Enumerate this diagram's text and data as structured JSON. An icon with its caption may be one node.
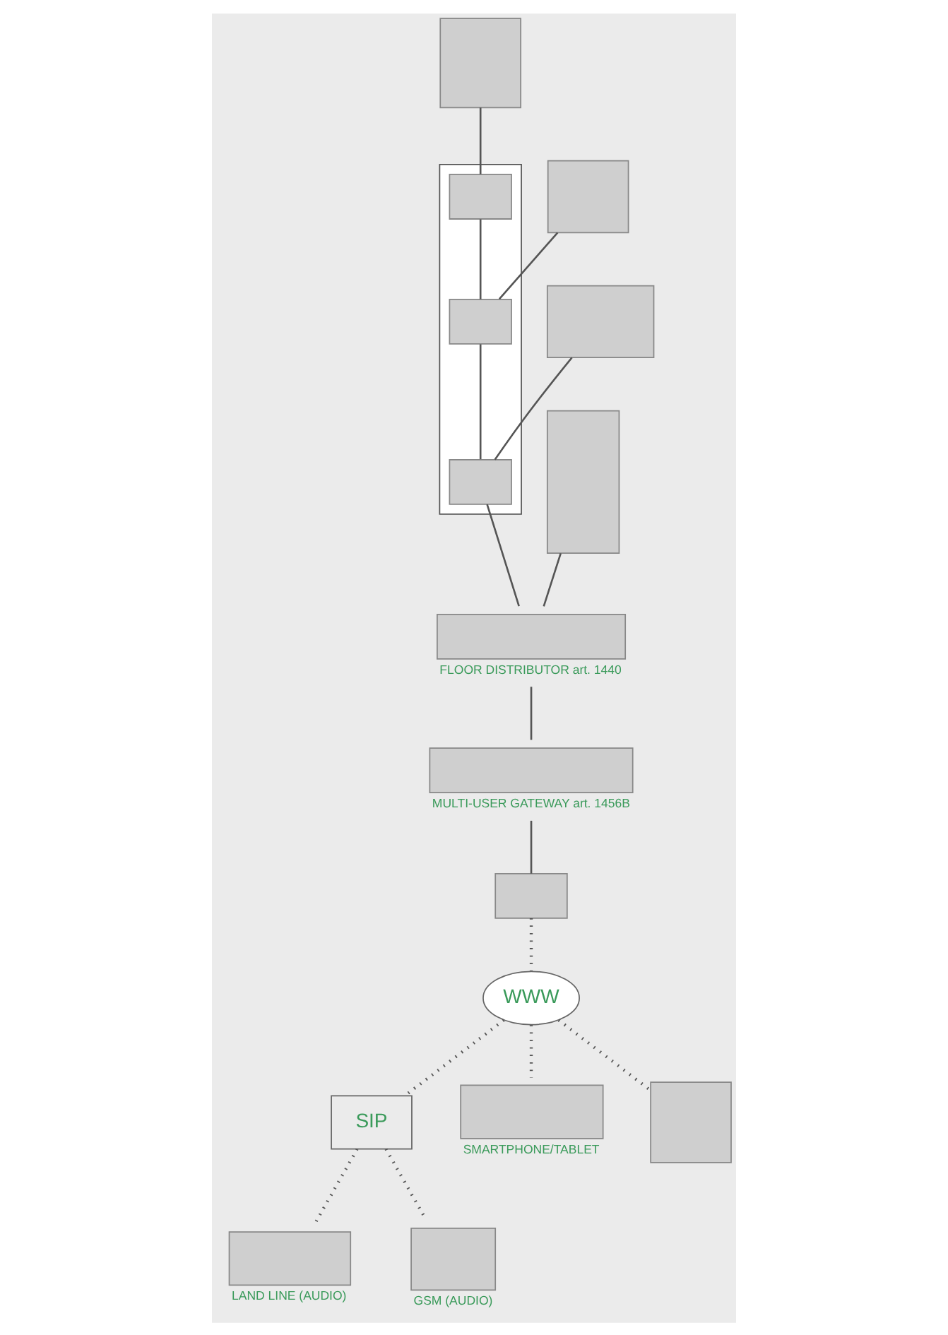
{
  "diagram": {
    "nodes": [
      {
        "text": [],
        "shape": "box"
      },
      {
        "text": [],
        "shape": "box"
      },
      {
        "text": [],
        "shape": "box"
      },
      {
        "text": [],
        "shape": "box"
      },
      {
        "text": [],
        "shape": "box"
      },
      {
        "text": [],
        "shape": "box",
        "in": 4
      },
      {
        "text": [],
        "shape": "box",
        "in": 4
      },
      {
        "text": [],
        "shape": "box",
        "in": 4
      },
      {
        "text": [],
        "shape": "box",
        "beside": [
          "FLOOR DISTRIBUTOR art. 1440"
        ]
      },
      {
        "text": [],
        "shape": "box",
        "beside": [
          "MULTI-USER GATEWAY art. 1456B"
        ]
      },
      {
        "text": [],
        "shape": "box"
      },
      {
        "text": [
          "WWW"
        ]
      },
      {
        "text": [
          "SIP"
        ]
      },
      {
        "text": [],
        "shape": "box",
        "beside": [
          "LAND LINE (AUDIO)"
        ]
      },
      {
        "text": [],
        "shape": "box",
        "beside": [
          "GSM (AUDIO)"
        ]
      },
      {
        "text": [],
        "shape": "box",
        "beside": [
          "SMARTPHONE/TABLET"
        ]
      },
      {
        "text": [],
        "shape": "box"
      }
    ],
    "edges": [
      {
        "from": 0,
        "to": 5,
        "arrow": "none"
      },
      {
        "from": 1,
        "to": 6,
        "arrow": "none"
      },
      {
        "from": 2,
        "to": 7,
        "arrow": "none"
      },
      {
        "from": 5,
        "to": 6,
        "arrow": "none"
      },
      {
        "from": 6,
        "to": 7,
        "arrow": "none"
      },
      {
        "from": 7,
        "to": 8,
        "arrow": "none"
      },
      {
        "from": 3,
        "to": 8,
        "arrow": "none"
      },
      {
        "from": 8,
        "to": 9,
        "arrow": "none"
      },
      {
        "from": 9,
        "to": 10,
        "arrow": "none"
      },
      {
        "from": 10,
        "to": 11,
        "arrow": "none",
        "style": "dashed"
      },
      {
        "from": 11,
        "to": 12,
        "arrow": "none",
        "style": "dashed"
      },
      {
        "from": 12,
        "to": 13,
        "arrow": "none",
        "style": "dashed"
      },
      {
        "from": 12,
        "to": 14,
        "arrow": "none",
        "style": "dashed"
      },
      {
        "from": 11,
        "to": 15,
        "arrow": "none",
        "style": "dashed"
      },
      {
        "from": 11,
        "to": 16,
        "arrow": "none",
        "style": "dashed"
      }
    ]
  }
}
